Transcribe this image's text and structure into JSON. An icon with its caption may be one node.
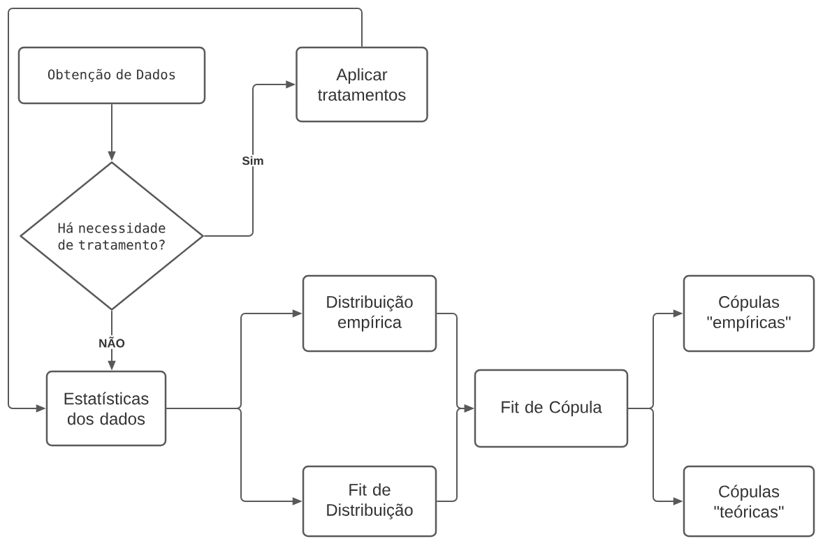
{
  "diagram": {
    "nodes": [
      {
        "text": [
          "Obtenção de Dados"
        ]
      },
      {
        "text": [
          "Aplicar tratamentos"
        ]
      },
      {
        "text": [
          "Há necessidade de tratamento?"
        ]
      },
      {
        "text": [
          "Estatísticas dos dados"
        ]
      },
      {
        "text": [
          "Distribuição empírica"
        ]
      },
      {
        "text": [
          "Fit de Distribuição"
        ]
      },
      {
        "text": [
          "Fit de Cópula"
        ]
      },
      {
        "text": [
          "Cópulas \"empíricas\""
        ]
      },
      {
        "text": [
          "Cópulas \"teóricas\""
        ]
      }
    ],
    "edges": [
      {
        "from": 0,
        "to": 2,
        "arrow": "to"
      },
      {
        "from": 2,
        "to": 1,
        "arrow": "to",
        "label": "Sim"
      },
      {
        "from": 2,
        "to": 3,
        "arrow": "to",
        "label": "NÃO"
      },
      {
        "from": 1,
        "to": 3,
        "arrow": "to"
      },
      {
        "from": 3,
        "to": 4,
        "arrow": "to"
      },
      {
        "from": 3,
        "to": 5,
        "arrow": "to"
      },
      {
        "from": 4,
        "to": 6,
        "arrow": "to"
      },
      {
        "from": 5,
        "to": 6,
        "arrow": "to"
      },
      {
        "from": 6,
        "to": 7,
        "arrow": "to"
      },
      {
        "from": 6,
        "to": 8,
        "arrow": "to"
      }
    ]
  }
}
